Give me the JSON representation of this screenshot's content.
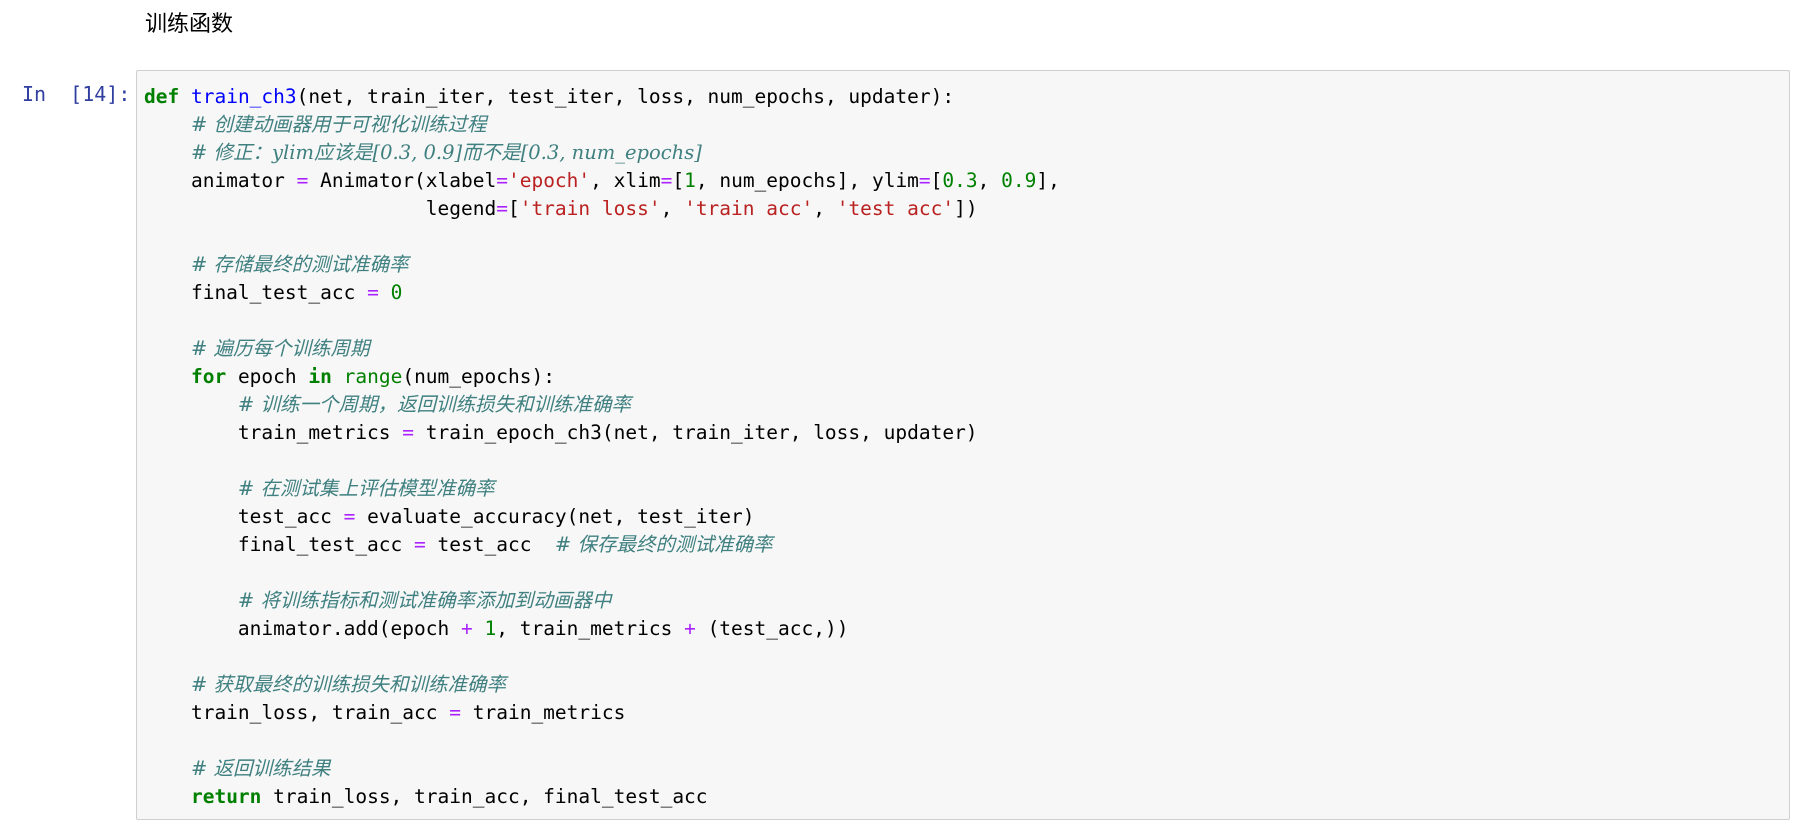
{
  "markdown": {
    "heading": "训练函数"
  },
  "cell": {
    "prompt": "In  [14]:",
    "lines": [
      [
        {
          "t": "def",
          "c": "kw"
        },
        {
          "t": " ",
          "c": "tx"
        },
        {
          "t": "train_ch3",
          "c": "fn"
        },
        {
          "t": "(net, train_iter, test_iter, loss, num_epochs, updater):",
          "c": "tx"
        }
      ],
      [
        {
          "t": "    ",
          "c": "tx"
        },
        {
          "t": "# 创建动画器用于可视化训练过程",
          "c": "cm"
        }
      ],
      [
        {
          "t": "    ",
          "c": "tx"
        },
        {
          "t": "# 修正：ylim应该是[0.3, 0.9]而不是[0.3, num_epochs]",
          "c": "cm"
        }
      ],
      [
        {
          "t": "    animator ",
          "c": "tx"
        },
        {
          "t": "=",
          "c": "op"
        },
        {
          "t": " Animator(xlabel",
          "c": "tx"
        },
        {
          "t": "=",
          "c": "op"
        },
        {
          "t": "'epoch'",
          "c": "str"
        },
        {
          "t": ", xlim",
          "c": "tx"
        },
        {
          "t": "=",
          "c": "op"
        },
        {
          "t": "[",
          "c": "tx"
        },
        {
          "t": "1",
          "c": "num"
        },
        {
          "t": ", num_epochs], ylim",
          "c": "tx"
        },
        {
          "t": "=",
          "c": "op"
        },
        {
          "t": "[",
          "c": "tx"
        },
        {
          "t": "0.3",
          "c": "num"
        },
        {
          "t": ", ",
          "c": "tx"
        },
        {
          "t": "0.9",
          "c": "num"
        },
        {
          "t": "],",
          "c": "tx"
        }
      ],
      [
        {
          "t": "                        legend",
          "c": "tx"
        },
        {
          "t": "=",
          "c": "op"
        },
        {
          "t": "[",
          "c": "tx"
        },
        {
          "t": "'train loss'",
          "c": "str"
        },
        {
          "t": ", ",
          "c": "tx"
        },
        {
          "t": "'train acc'",
          "c": "str"
        },
        {
          "t": ", ",
          "c": "tx"
        },
        {
          "t": "'test acc'",
          "c": "str"
        },
        {
          "t": "])",
          "c": "tx"
        }
      ],
      [],
      [
        {
          "t": "    ",
          "c": "tx"
        },
        {
          "t": "# 存储最终的测试准确率",
          "c": "cm"
        }
      ],
      [
        {
          "t": "    final_test_acc ",
          "c": "tx"
        },
        {
          "t": "=",
          "c": "op"
        },
        {
          "t": " ",
          "c": "tx"
        },
        {
          "t": "0",
          "c": "num"
        }
      ],
      [],
      [
        {
          "t": "    ",
          "c": "tx"
        },
        {
          "t": "# 遍历每个训练周期",
          "c": "cm"
        }
      ],
      [
        {
          "t": "    ",
          "c": "tx"
        },
        {
          "t": "for",
          "c": "kw"
        },
        {
          "t": " epoch ",
          "c": "tx"
        },
        {
          "t": "in",
          "c": "kw"
        },
        {
          "t": " ",
          "c": "tx"
        },
        {
          "t": "range",
          "c": "bi"
        },
        {
          "t": "(num_epochs):",
          "c": "tx"
        }
      ],
      [
        {
          "t": "        ",
          "c": "tx"
        },
        {
          "t": "# 训练一个周期，返回训练损失和训练准确率",
          "c": "cm"
        }
      ],
      [
        {
          "t": "        train_metrics ",
          "c": "tx"
        },
        {
          "t": "=",
          "c": "op"
        },
        {
          "t": " train_epoch_ch3(net, train_iter, loss, updater)",
          "c": "tx"
        }
      ],
      [],
      [
        {
          "t": "        ",
          "c": "tx"
        },
        {
          "t": "# 在测试集上评估模型准确率",
          "c": "cm"
        }
      ],
      [
        {
          "t": "        test_acc ",
          "c": "tx"
        },
        {
          "t": "=",
          "c": "op"
        },
        {
          "t": " evaluate_accuracy(net, test_iter)",
          "c": "tx"
        }
      ],
      [
        {
          "t": "        final_test_acc ",
          "c": "tx"
        },
        {
          "t": "=",
          "c": "op"
        },
        {
          "t": " test_acc  ",
          "c": "tx"
        },
        {
          "t": "# 保存最终的测试准确率",
          "c": "cm"
        }
      ],
      [],
      [
        {
          "t": "        ",
          "c": "tx"
        },
        {
          "t": "# 将训练指标和测试准确率添加到动画器中",
          "c": "cm"
        }
      ],
      [
        {
          "t": "        animator.add(epoch ",
          "c": "tx"
        },
        {
          "t": "+",
          "c": "op"
        },
        {
          "t": " ",
          "c": "tx"
        },
        {
          "t": "1",
          "c": "num"
        },
        {
          "t": ", train_metrics ",
          "c": "tx"
        },
        {
          "t": "+",
          "c": "op"
        },
        {
          "t": " (test_acc,))",
          "c": "tx"
        }
      ],
      [],
      [
        {
          "t": "    ",
          "c": "tx"
        },
        {
          "t": "# 获取最终的训练损失和训练准确率",
          "c": "cm"
        }
      ],
      [
        {
          "t": "    train_loss, train_acc ",
          "c": "tx"
        },
        {
          "t": "=",
          "c": "op"
        },
        {
          "t": " train_metrics",
          "c": "tx"
        }
      ],
      [],
      [
        {
          "t": "    ",
          "c": "tx"
        },
        {
          "t": "# 返回训练结果",
          "c": "cm"
        }
      ],
      [
        {
          "t": "    ",
          "c": "tx"
        },
        {
          "t": "return",
          "c": "kw"
        },
        {
          "t": " train_loss, train_acc, final_test_acc",
          "c": "tx"
        }
      ]
    ]
  }
}
